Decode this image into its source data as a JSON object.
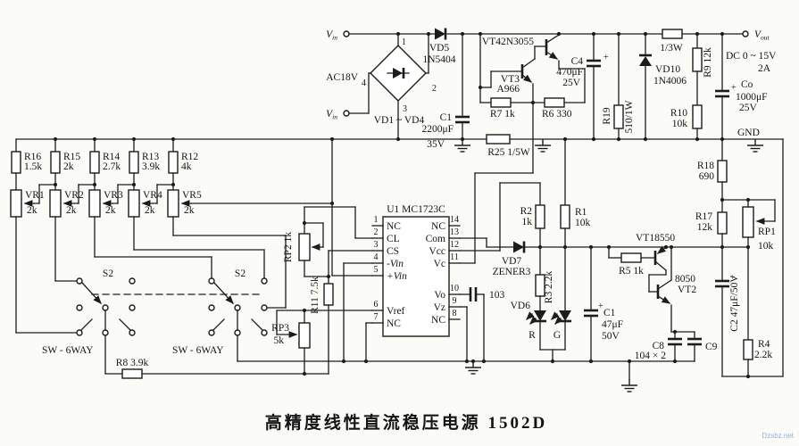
{
  "page": {
    "title": "高精度线性直流稳压电源 1502D",
    "watermark": "Dzsbz.net"
  },
  "symbols": {
    "plus": "+"
  },
  "terminals": {
    "vin": "V",
    "vin_sub": "in",
    "vout": "V",
    "vout_sub": "out",
    "ac": "AC18V",
    "dc": "DC  0 ~ 15V",
    "amps": "2A",
    "gnd": "GND"
  },
  "bridge": {
    "label": "VD1 ~ VD4",
    "p1": "1",
    "p2": "2",
    "p3": "3",
    "p4": "4"
  },
  "rectifier": {
    "vd5": "VD5",
    "vd5_val": "1N5404",
    "c1": "C1",
    "c1_val": "2200μF",
    "c1_volt": "35V"
  },
  "pass": {
    "vt4": "VT42N3055",
    "vt3": "VT3",
    "vt3_val": "A966",
    "r7": "R7 1k",
    "r6": "R6 330",
    "r25": "R25 1/5W",
    "c4": "C4",
    "c4_val": "470μF",
    "c4_volt": "25V"
  },
  "output": {
    "r_series": "1/3W",
    "vd10": "VD10",
    "vd10_val": "1N4006",
    "r9": "R9 12k",
    "r19": "R19",
    "r19_val": "510/1W",
    "r10": "R10",
    "r10_val": "10k",
    "co": "Co",
    "co_val": "1000μF",
    "co_volt": "25V",
    "r18": "R18",
    "r18_val": "690",
    "r17": "R17",
    "r17_val": "12k",
    "rp1": "RP1",
    "rp1_val": "10k",
    "c2": "C2 47μF/50V",
    "r4": "R4",
    "r4_val": "2.2k"
  },
  "ic": {
    "ref": "U1 MC1723C",
    "c103": "103",
    "pins_left": [
      {
        "num": "1",
        "label": "NC"
      },
      {
        "num": "2",
        "label": "CL"
      },
      {
        "num": "3",
        "label": "CS"
      },
      {
        "num": "4",
        "label": "-Vin"
      },
      {
        "num": "5",
        "label": "+Vin"
      },
      {
        "num": "6",
        "label": "Vref"
      },
      {
        "num": "7",
        "label": "NC"
      }
    ],
    "pins_right": [
      {
        "num": "14",
        "label": "NC"
      },
      {
        "num": "13",
        "label": "Com"
      },
      {
        "num": "12",
        "label": "Vcc"
      },
      {
        "num": "11",
        "label": "Vc"
      },
      {
        "num": "10",
        "label": "Vo"
      },
      {
        "num": "9",
        "label": "Vz"
      },
      {
        "num": "8",
        "label": "NC"
      }
    ]
  },
  "monitor": {
    "r2": "R2",
    "r2_val": "1k",
    "r1": "R1",
    "r1_val": "10k",
    "vd7": "VD7",
    "vd7_val": "ZENER3",
    "r3": "R3 2.2k",
    "vd6": "VD6",
    "led_r": "R",
    "led_g": "G",
    "c1": "C1",
    "c1_val": "47μF",
    "c1_volt": "50V"
  },
  "driver": {
    "vt1": "VT18550",
    "r5": "R5 1k",
    "vt2_val": "8050",
    "vt2": "VT2",
    "c8": "C8",
    "c8_val": "104 × 2",
    "c9": "C9"
  },
  "divider": {
    "rows": [
      {
        "r": "R16",
        "rv": "1.5k",
        "vr": "VR1",
        "vrv": "2k"
      },
      {
        "r": "R15",
        "rv": "2k",
        "vr": "VR2",
        "vrv": "2k"
      },
      {
        "r": "R14",
        "rv": "2.7k",
        "vr": "VR3",
        "vrv": "2k"
      },
      {
        "r": "R13",
        "rv": "3.9k",
        "vr": "VR4",
        "vrv": "2k"
      },
      {
        "r": "R12",
        "rv": "4k",
        "vr": "VR5",
        "vrv": "2k"
      }
    ],
    "s2_left": "S2",
    "s2_right": "S2",
    "sw_left": "SW - 6WAY",
    "sw_right": "SW - 6WAY",
    "r8": "R8 3.9k",
    "rp2": "RP2 1k",
    "r11": "R11 7.5k",
    "rp3": "RP3",
    "rp3_val": "5k"
  }
}
